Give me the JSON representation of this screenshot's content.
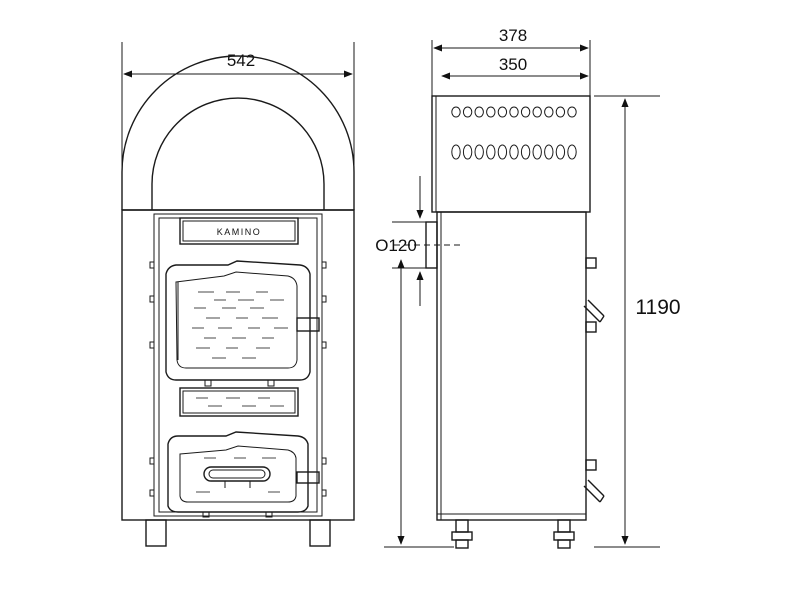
{
  "front_view": {
    "width_dimension": "542",
    "brand_plate": "KAMINO"
  },
  "side_view": {
    "outer_depth_dimension": "378",
    "inner_depth_dimension": "350",
    "flue_diameter_dimension": "O120",
    "height_dimension": "1190"
  }
}
